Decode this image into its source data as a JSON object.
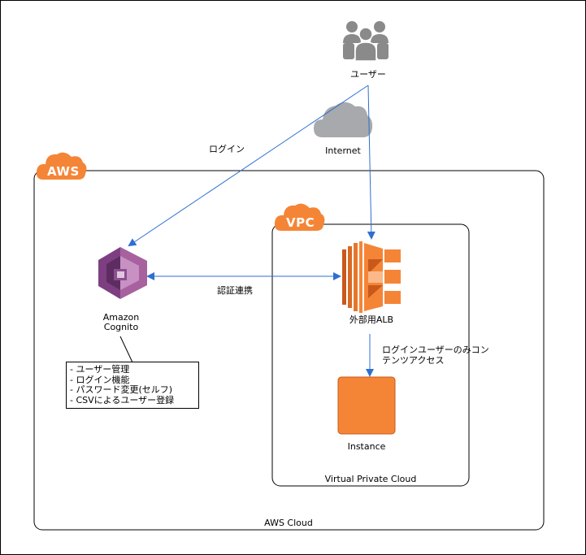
{
  "aws": {
    "badge": "AWS",
    "footer": "AWS Cloud",
    "badge_color": "#f58536"
  },
  "vpc": {
    "badge": "VPC",
    "footer": "Virtual Private Cloud",
    "badge_color": "#f58536"
  },
  "users": {
    "label": "ユーザー",
    "icon": "users-group-icon"
  },
  "internet": {
    "label": "Internet",
    "icon": "cloud-icon"
  },
  "cognito": {
    "label_line1": "Amazon",
    "label_line2": "Cognito",
    "icon": "cognito-icon",
    "color": "#8c4f8f",
    "features": [
      "- ユーザー管理",
      "- ログイン機能",
      "- パスワード変更(セルフ)",
      "- CSVによるユーザー登録"
    ]
  },
  "alb": {
    "label": "外部用ALB",
    "icon": "load-balancer-icon",
    "color": "#f58536"
  },
  "instance": {
    "label": "Instance",
    "icon": "ec2-instance-icon",
    "color": "#f58536"
  },
  "connections": {
    "login": "ログイン",
    "auth": "認証連携",
    "content_line1": "ログインユーザーのみコン",
    "content_line2": "テンツアクセス"
  },
  "colors": {
    "arrow": "#2f6fd0",
    "cloud_gray": "#a7a9ac"
  }
}
